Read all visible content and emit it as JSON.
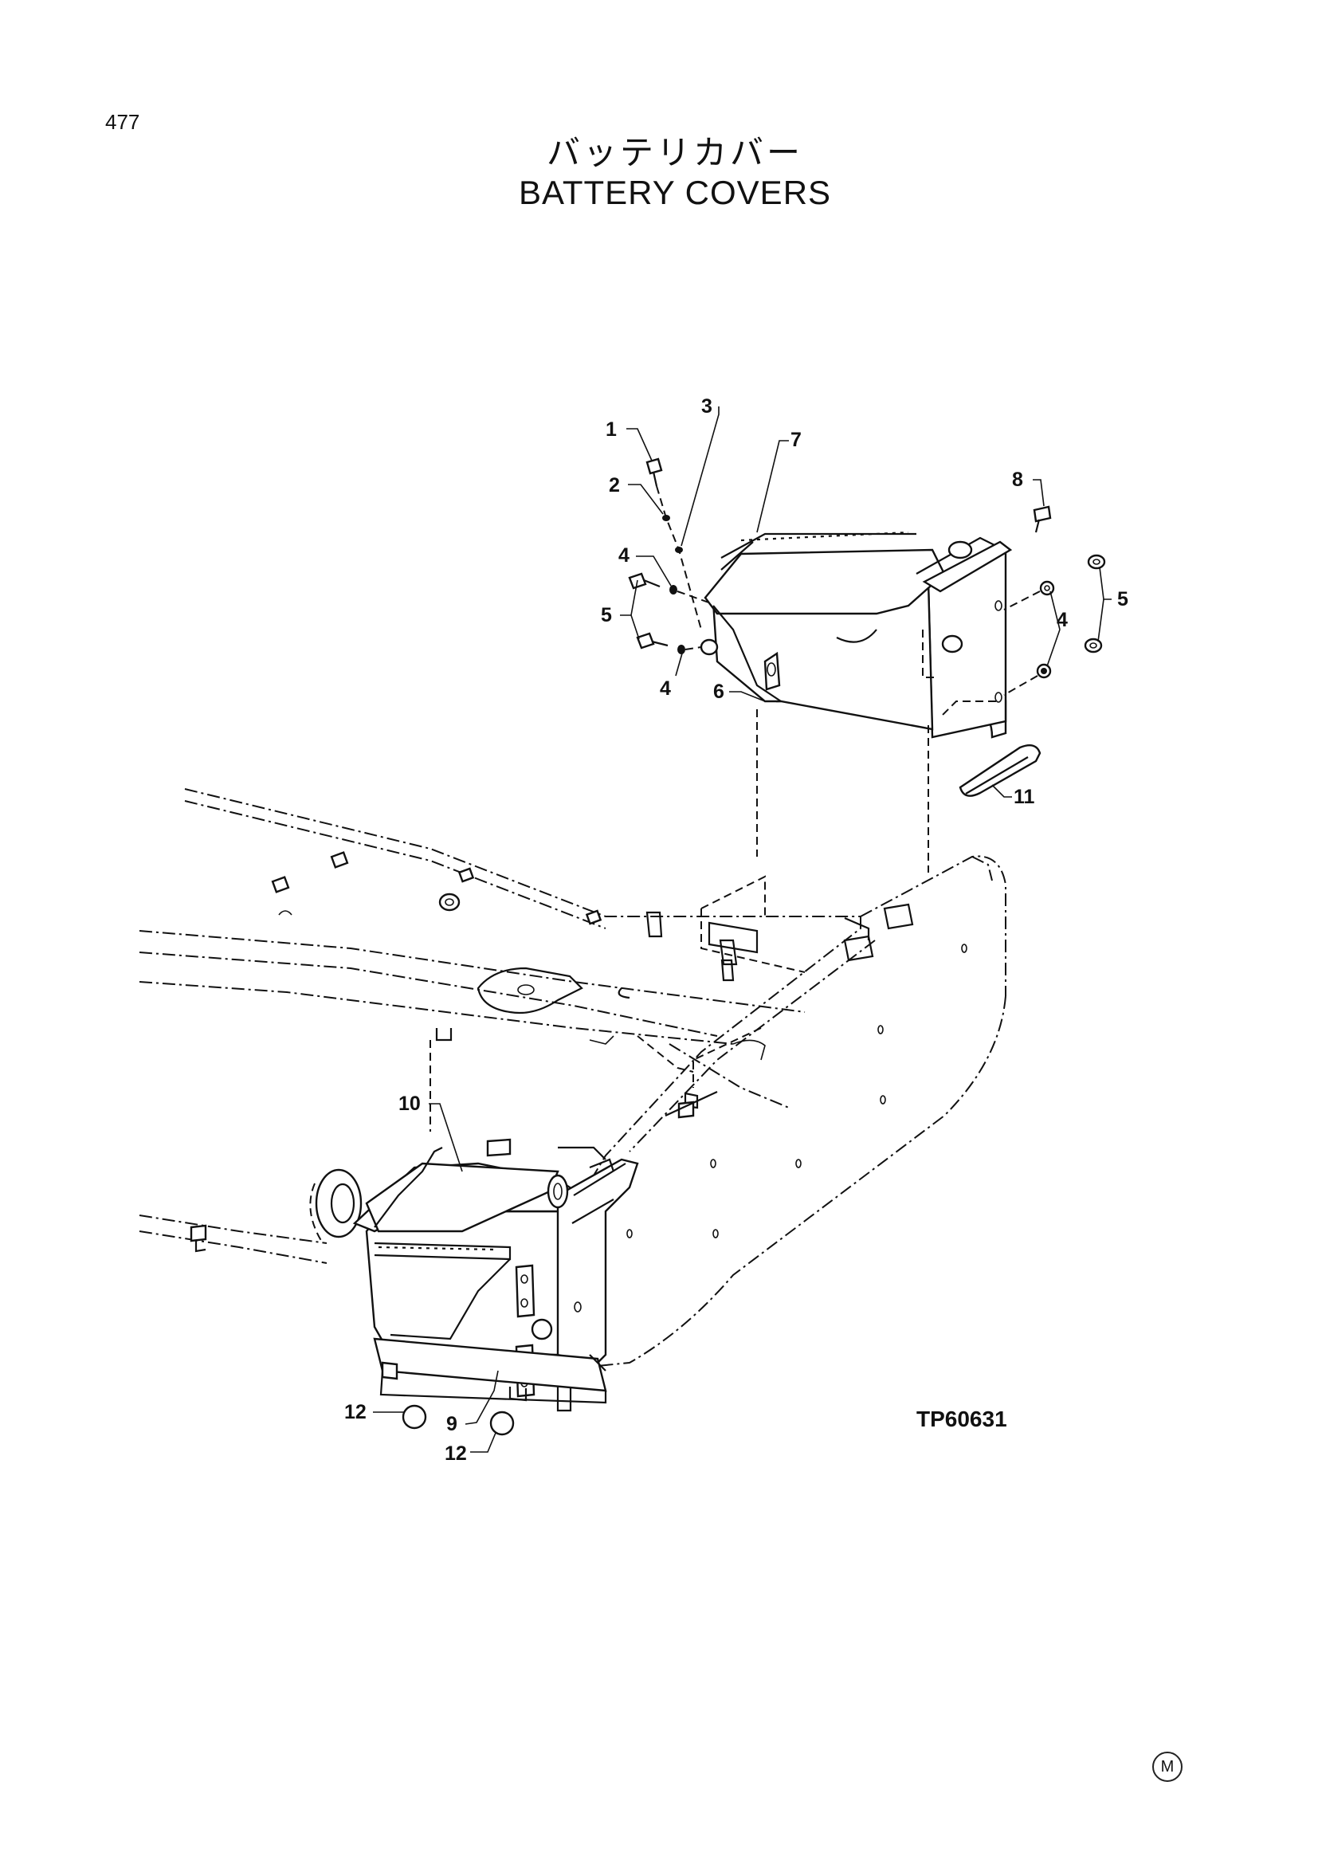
{
  "page_number": "477",
  "title_jp": "バッテリカバー",
  "title_en": "BATTERY COVERS",
  "figure_code": "TP60631",
  "corner_mark": "M",
  "callouts": {
    "c1": "1",
    "c2": "2",
    "c3": "3",
    "c4a": "4",
    "c4b": "4",
    "c4c": "4",
    "c5a": "5",
    "c5b": "5",
    "c6": "6",
    "c7": "7",
    "c8": "8",
    "c9": "9",
    "c10": "10",
    "c11": "11",
    "c12a": "12",
    "c12b": "12"
  }
}
